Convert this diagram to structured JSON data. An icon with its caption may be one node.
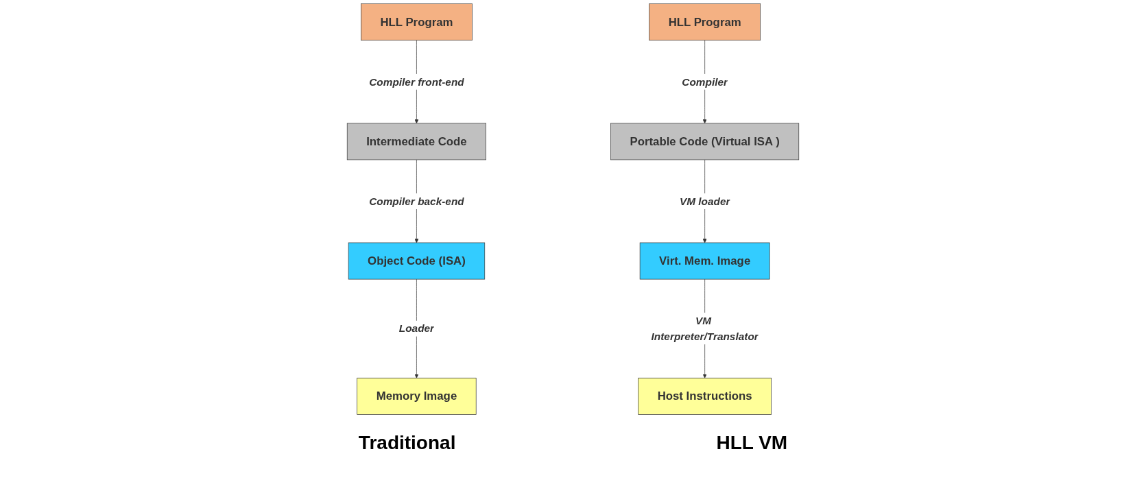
{
  "diagram": {
    "nodes": [
      {
        "text": [
          "HLL Program"
        ]
      },
      {
        "text": [
          "Intermediate Code"
        ]
      },
      {
        "text": [
          "Object Code (ISA)"
        ]
      },
      {
        "text": [
          "Memory Image"
        ]
      },
      {
        "text": [
          "HLL Program"
        ]
      },
      {
        "text": [
          "Portable Code (Virtual ISA )"
        ]
      },
      {
        "text": [
          "Virt. Mem. Image"
        ]
      },
      {
        "text": [
          "Host Instructions"
        ]
      }
    ],
    "edges": [
      {
        "from": 0,
        "to": 1,
        "arrow": "to",
        "label": "Compiler front-end"
      },
      {
        "from": 1,
        "to": 2,
        "arrow": "to",
        "label": "Compiler back-end"
      },
      {
        "from": 2,
        "to": 3,
        "arrow": "to",
        "label": "Loader"
      },
      {
        "from": 4,
        "to": 5,
        "arrow": "to",
        "label": "Compiler"
      },
      {
        "from": 5,
        "to": 6,
        "arrow": "to",
        "label": "VM loader"
      },
      {
        "from": 6,
        "to": 7,
        "arrow": "to",
        "label": "VM Interpreter/Translator"
      }
    ],
    "labels": [
      "Traditional",
      "HLL VM"
    ]
  }
}
